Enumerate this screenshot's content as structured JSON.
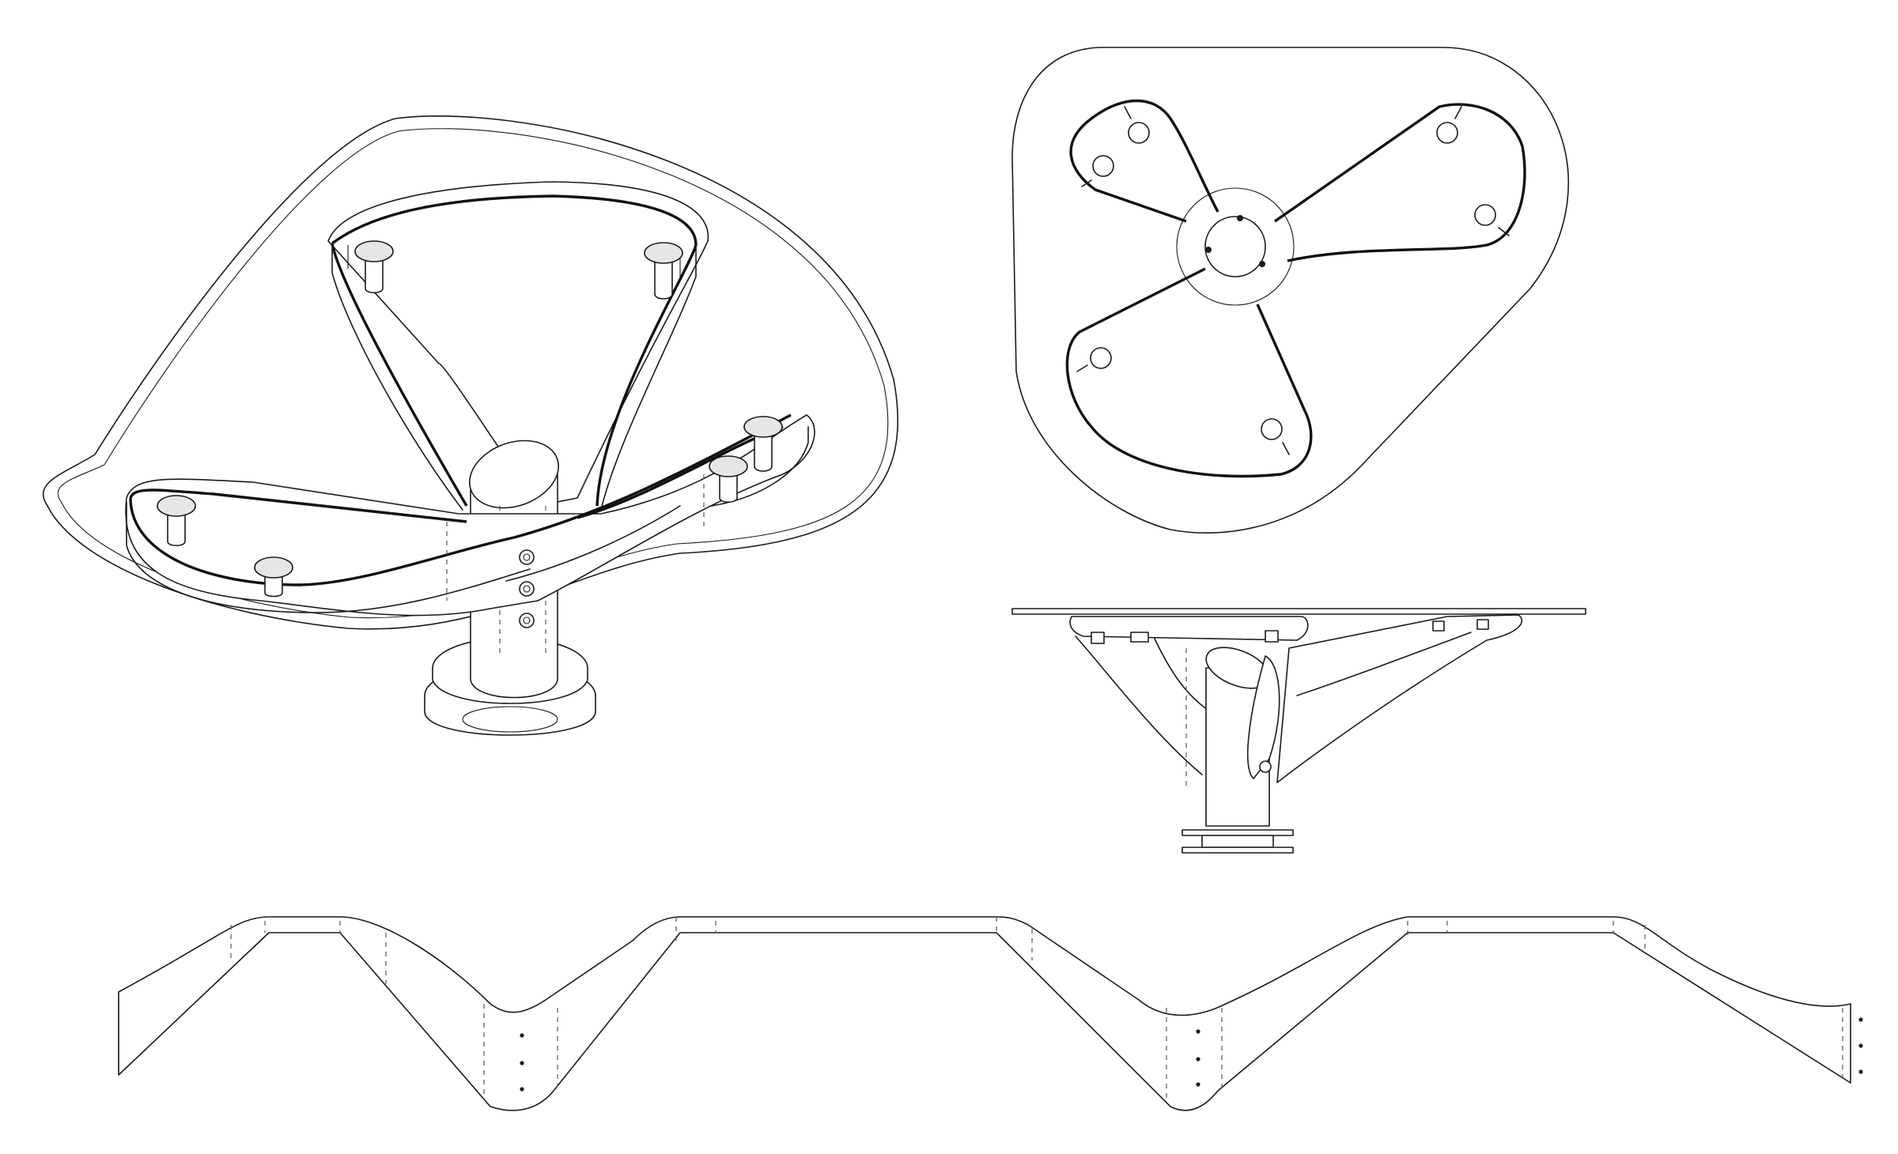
{
  "drawing": {
    "stroke_color": "#1a1a1a",
    "background_color": "#ffffff",
    "views": [
      {
        "name": "isometric-view"
      },
      {
        "name": "top-view"
      },
      {
        "name": "side-elevation-view"
      },
      {
        "name": "flat-pattern-view"
      }
    ],
    "table": {
      "arm_count": 3,
      "glass_support_pad_count": 6,
      "hub_bolt_count": 3
    }
  }
}
